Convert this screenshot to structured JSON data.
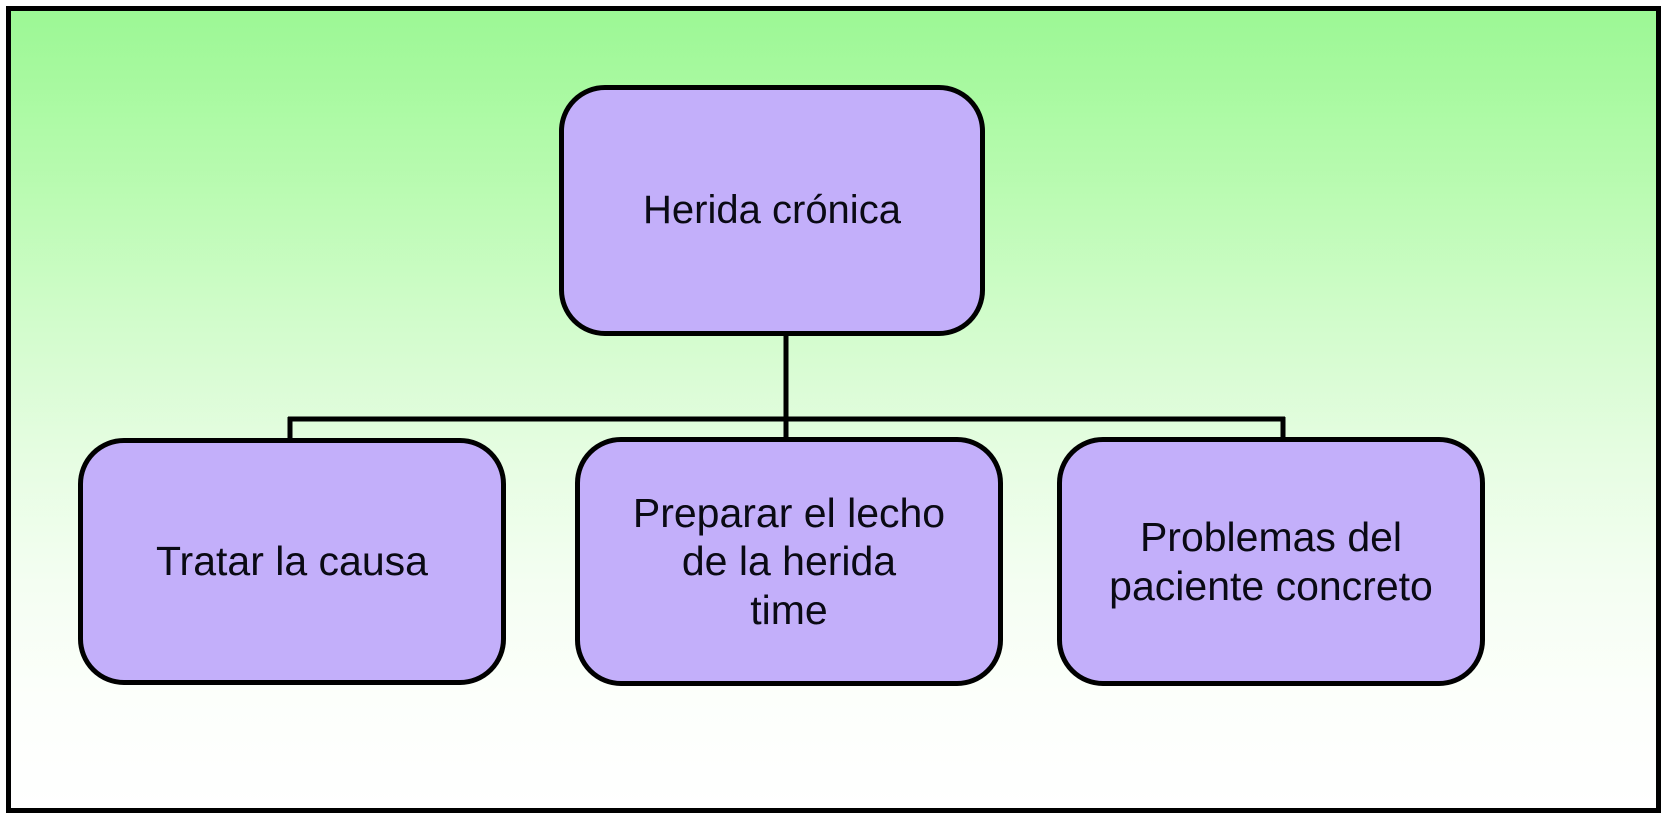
{
  "diagram": {
    "title": "Herida crónica",
    "type": "tree",
    "orientation": "top-down",
    "background": {
      "gradient_from": "#9CF895",
      "gradient_to": "#FFFFFF",
      "border_color": "#000000"
    },
    "node_style": {
      "fill": "#C3AFFA",
      "stroke": "#000000",
      "text_color": "#0A0A14",
      "shape": "rounded-rectangle"
    },
    "nodes": [
      {
        "id": "root",
        "label": "Herida crónica",
        "level": 0
      },
      {
        "id": "cause",
        "label": "Tratar la causa",
        "level": 1
      },
      {
        "id": "bed",
        "label": "Preparar el lecho\nde la herida\ntime",
        "level": 1
      },
      {
        "id": "patient",
        "label": "Problemas del\npaciente concreto",
        "level": 1
      }
    ],
    "edges": [
      {
        "from": "root",
        "to": "cause"
      },
      {
        "from": "root",
        "to": "bed"
      },
      {
        "from": "root",
        "to": "patient"
      }
    ]
  }
}
